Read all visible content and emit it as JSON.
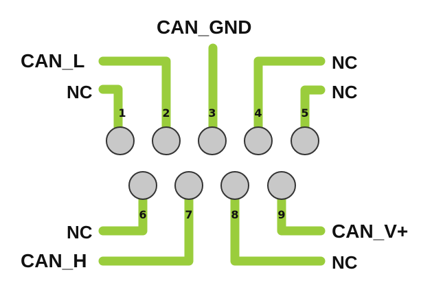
{
  "title": "CAN_GND",
  "colors": {
    "wire": "#9ACD3C",
    "pin_fill": "#C8C8C8",
    "pin_stroke": "#333333",
    "text": "#111111"
  },
  "pins": [
    {
      "number": "1",
      "signal": "NC"
    },
    {
      "number": "2",
      "signal": "CAN_L"
    },
    {
      "number": "3",
      "signal": "CAN_GND"
    },
    {
      "number": "4",
      "signal": "NC"
    },
    {
      "number": "5",
      "signal": "NC"
    },
    {
      "number": "6",
      "signal": "NC"
    },
    {
      "number": "7",
      "signal": "CAN_H"
    },
    {
      "number": "8",
      "signal": "NC"
    },
    {
      "number": "9",
      "signal": "CAN_V+"
    }
  ]
}
